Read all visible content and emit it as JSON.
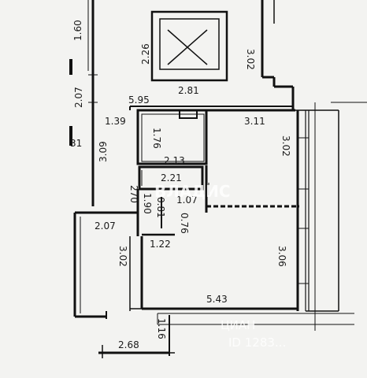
{
  "dimensions": {
    "d_1_60": "1.60",
    "d_2_26": "2.26",
    "d_3_02_top": "3.02",
    "d_2_81": "2.81",
    "d_2_07_left": "2.07",
    "d_5_95": "5.95",
    "d_1_39": "1.39",
    "d_3_11": "3.11",
    "d_31": "31",
    "d_3_09": "3.09",
    "d_1_76": "1.76",
    "d_3_02_right": "3.02",
    "d_2_13": "2.13",
    "d_2_21": "2.21",
    "d_270": "270",
    "d_1_90": "1.90",
    "d_0_81": "0.81",
    "d_1_07": "1.07",
    "d_0_76": "0.76",
    "d_2_07_mid": "2.07",
    "d_1_22": "1.22",
    "d_3_02_left": "3.02",
    "d_3_06": "3.06",
    "d_5_43": "5.43",
    "d_1_16": "1.16",
    "d_2_68": "2.68"
  },
  "watermark": {
    "brand": "ВЛАДИС",
    "sub": "ЦИАН",
    "id": "ID 1283..."
  },
  "colors": {
    "paper": "#f3f3f1",
    "ink": "#111111",
    "watermark": "#ffffff"
  }
}
